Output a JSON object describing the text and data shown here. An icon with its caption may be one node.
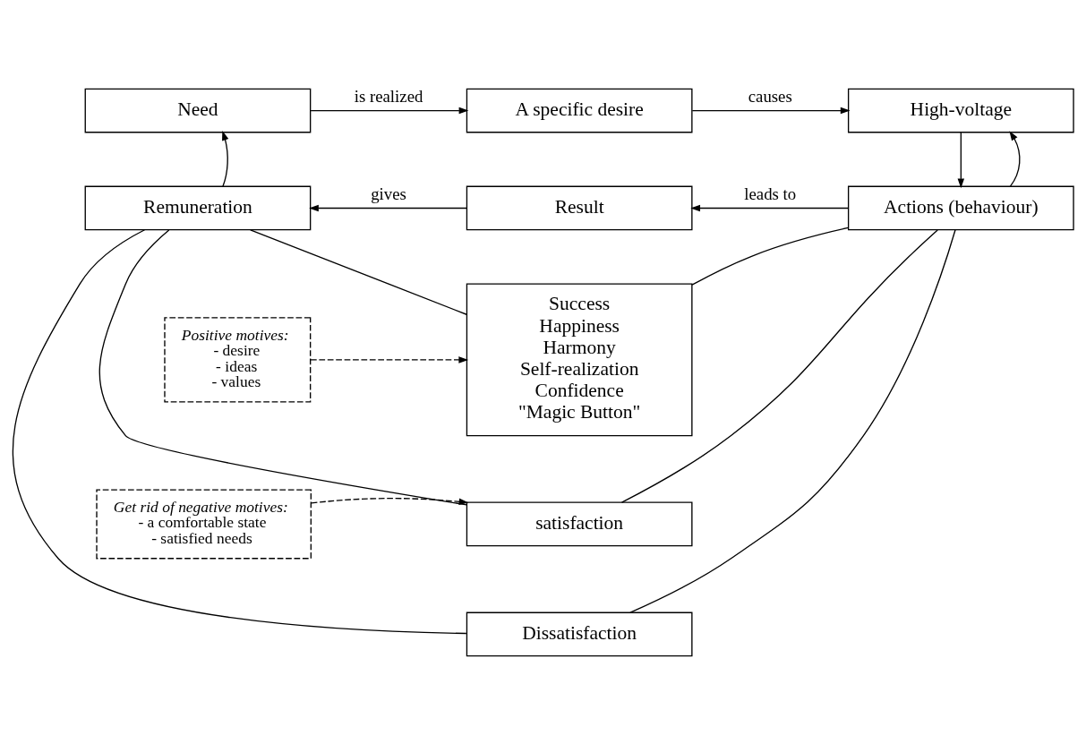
{
  "diagram": {
    "nodes": [
      {
        "text": [
          "Need"
        ]
      },
      {
        "text": [
          "A specific desire"
        ]
      },
      {
        "text": [
          "High-voltage"
        ]
      },
      {
        "text": [
          "Remuneration"
        ]
      },
      {
        "text": [
          "Result"
        ]
      },
      {
        "text": [
          "Actions (behaviour)"
        ]
      },
      {
        "text": [
          "Success",
          "Happiness",
          "Harmony",
          "Self-realization",
          "Confidence",
          "\"Magic Button\""
        ]
      },
      {
        "text": [
          "satisfaction"
        ]
      },
      {
        "text": [
          "Dissatisfaction"
        ]
      },
      {
        "text": [
          "Positive motives:",
          "- desire",
          "- ideas",
          "- values"
        ]
      },
      {
        "text": [
          "Get rid of negative motives:",
          "- a comfortable state",
          "- satisfied needs"
        ]
      }
    ],
    "edges": [
      {
        "from": 0,
        "to": 1,
        "arrow": "to",
        "label": "is realized"
      },
      {
        "from": 1,
        "to": 2,
        "arrow": "to",
        "label": "causes"
      },
      {
        "from": 2,
        "to": 5,
        "arrow": "to"
      },
      {
        "from": 5,
        "to": 2,
        "arrow": "to"
      },
      {
        "from": 5,
        "to": 4,
        "arrow": "to",
        "label": "leads to"
      },
      {
        "from": 4,
        "to": 3,
        "arrow": "to",
        "label": "gives"
      },
      {
        "from": 3,
        "to": 0,
        "arrow": "to"
      },
      {
        "from": 3,
        "to": 6,
        "arrow": "none"
      },
      {
        "from": 3,
        "to": 7,
        "arrow": "none"
      },
      {
        "from": 3,
        "to": 8,
        "arrow": "none"
      },
      {
        "from": 5,
        "to": 6,
        "arrow": "none"
      },
      {
        "from": 5,
        "to": 7,
        "arrow": "none"
      },
      {
        "from": 5,
        "to": 8,
        "arrow": "none"
      },
      {
        "from": 9,
        "to": 6,
        "arrow": "to",
        "style": "dashed"
      },
      {
        "from": 10,
        "to": 7,
        "arrow": "to",
        "style": "dashed"
      }
    ]
  }
}
